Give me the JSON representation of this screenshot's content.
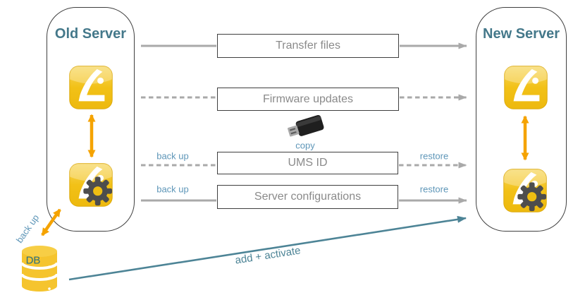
{
  "diagram": {
    "old_server": {
      "title": "Old Server"
    },
    "new_server": {
      "title": "New Server"
    },
    "steps": [
      {
        "label": "Transfer files",
        "line_style": "solid"
      },
      {
        "label": "Firmware updates",
        "line_style": "dashed"
      },
      {
        "label": "UMS ID",
        "line_style": "dashed",
        "left_label": "back up",
        "right_label": "restore"
      },
      {
        "label": "Server configurations",
        "line_style": "solid",
        "left_label": "back up",
        "right_label": "restore"
      }
    ],
    "usb": {
      "label": "copy"
    },
    "db": {
      "label": "DB",
      "backup_label": "back up"
    },
    "migration": {
      "label": "add + activate"
    }
  },
  "colors": {
    "heading_teal": "#44788A",
    "small_label_blue": "#5E96B8",
    "wire_gray": "#A9A9A9",
    "arrow_orange": "#F5A300",
    "migration_teal": "#4D8496",
    "tile_gold": "#F2C117",
    "gear_gray": "#4D4D4D",
    "box_border": "#3F3F3F",
    "box_text_gray": "#8A8A8A",
    "db_gold": "#F5C42E"
  }
}
